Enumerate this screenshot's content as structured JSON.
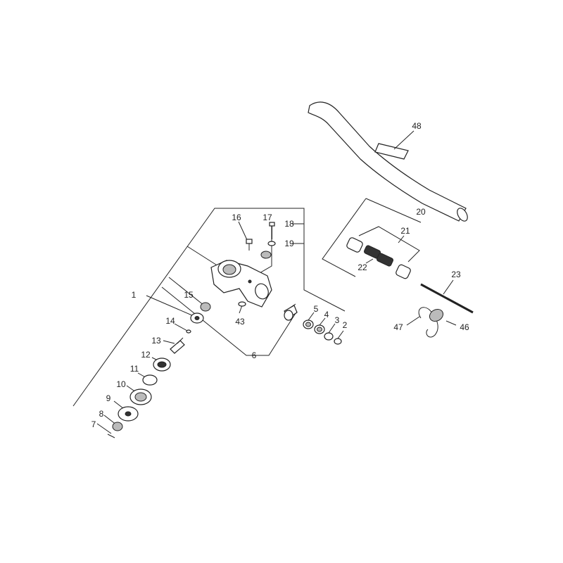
{
  "diagram": {
    "type": "exploded parts diagram",
    "labels": [
      "1",
      "2",
      "3",
      "4",
      "5",
      "6",
      "7",
      "8",
      "9",
      "10",
      "11",
      "12",
      "13",
      "14",
      "15",
      "16",
      "17",
      "18",
      "19",
      "20",
      "21",
      "22",
      "23",
      "43",
      "46",
      "47",
      "48"
    ]
  }
}
